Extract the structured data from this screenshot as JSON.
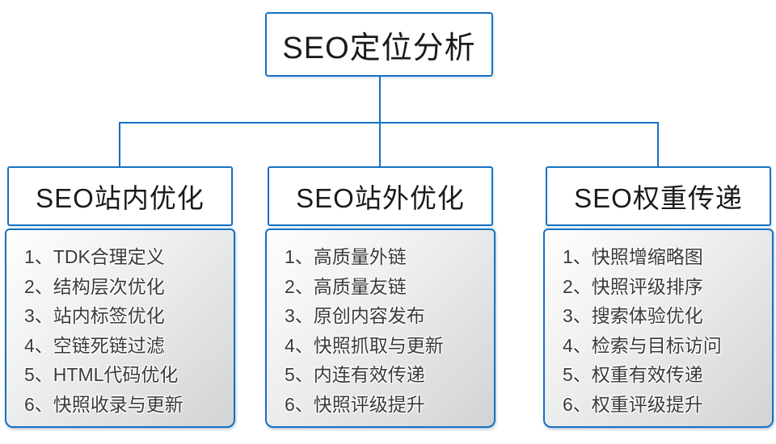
{
  "colors": {
    "accent_blue": "#1571C3",
    "node_background": "#ffffff",
    "header_text": "#1a1a1a",
    "list_text": "#3a3a3a",
    "list_gradient_start": "#fefefe",
    "list_gradient_mid": "#eceded",
    "list_gradient_end": "#d2d3d5"
  },
  "root": {
    "title": "SEO定位分析"
  },
  "columns": [
    {
      "title": "SEO站内优化",
      "items": [
        "1、TDK合理定义",
        "2、结构层次优化",
        "3、站内标签优化",
        "4、空链死链过滤",
        "5、HTML代码优化",
        "6、快照收录与更新"
      ]
    },
    {
      "title": "SEO站外优化",
      "items": [
        "1、高质量外链",
        "2、高质量友链",
        "3、原创内容发布",
        "4、快照抓取与更新",
        "5、内连有效传递",
        "6、快照评级提升"
      ]
    },
    {
      "title": "SEO权重传递",
      "items": [
        "1、快照增缩略图",
        "2、快照评级排序",
        "3、搜索体验优化",
        "4、检索与目标访问",
        "5、权重有效传递",
        "6、权重评级提升"
      ]
    }
  ]
}
